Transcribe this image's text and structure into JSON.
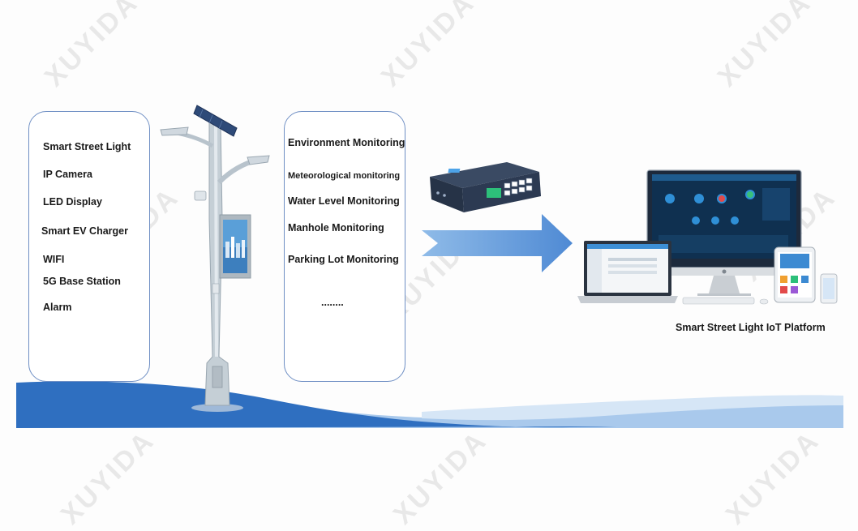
{
  "watermark": "XUYIDA",
  "left_box": {
    "items": [
      "Smart Street Light",
      "IP Camera",
      "LED Display",
      "Smart EV Charger",
      "WIFI",
      "5G Base Station",
      "Alarm"
    ]
  },
  "middle_box": {
    "items": [
      "Environment Monitoring",
      "Meteorological monitoring",
      "Water Level Monitoring",
      "Manhole Monitoring",
      "Parking Lot Monitoring",
      "........"
    ]
  },
  "platform": {
    "caption": "Smart Street Light IoT Platform"
  },
  "colors": {
    "box_border": "#6f8fc4",
    "arrow": "#5b93d6",
    "wave_dark": "#2f6fc0",
    "wave_light": "#a9c9ec"
  }
}
